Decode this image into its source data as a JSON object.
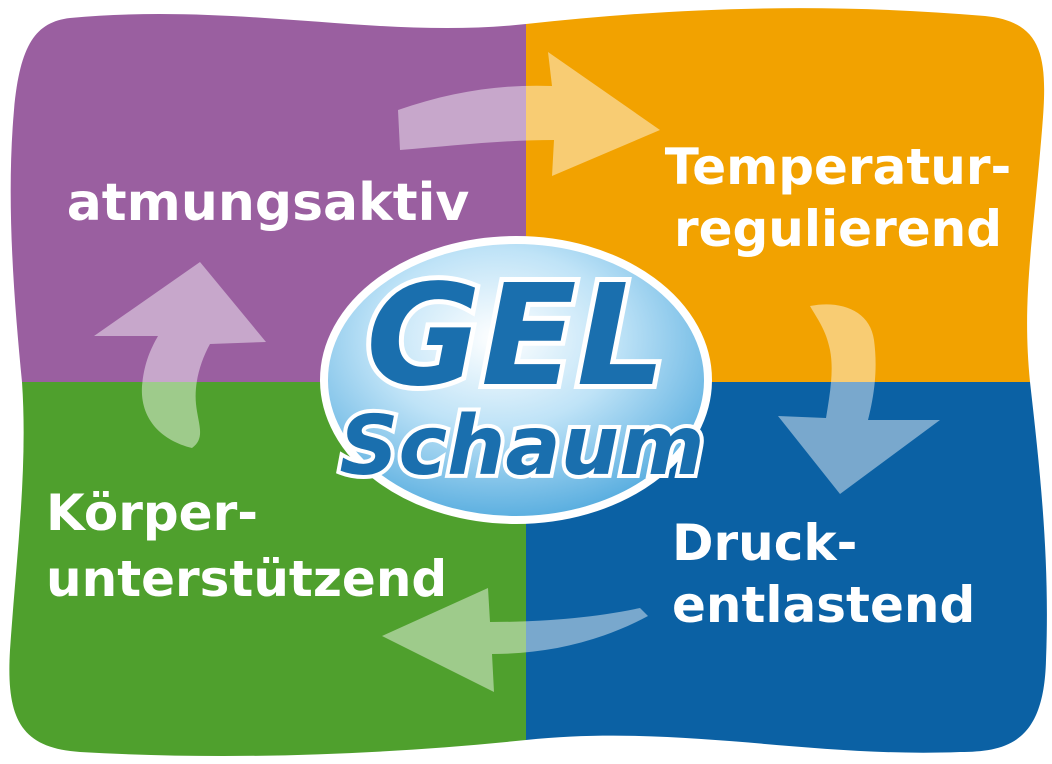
{
  "diagram": {
    "quadrants": [
      {
        "key": "top-left",
        "label_lines": [
          "atmungsaktiv"
        ],
        "color": "#9a5fa0"
      },
      {
        "key": "top-right",
        "label_lines": [
          "Temperatur-",
          "regulierend"
        ],
        "color": "#f2a200"
      },
      {
        "key": "bottom-right",
        "label_lines": [
          "Druck-",
          "entlastend"
        ],
        "color": "#0b61a4"
      },
      {
        "key": "bottom-left",
        "label_lines": [
          "Körper-",
          "unterstützend"
        ],
        "color": "#4fa02d"
      }
    ],
    "center_logo": {
      "line1": "GEL",
      "line2": "Schaum",
      "text_color": "#1a6fae",
      "ellipse_color": "#7ec3ea"
    },
    "arrows": {
      "direction": "clockwise",
      "color": "#ffffff"
    }
  }
}
